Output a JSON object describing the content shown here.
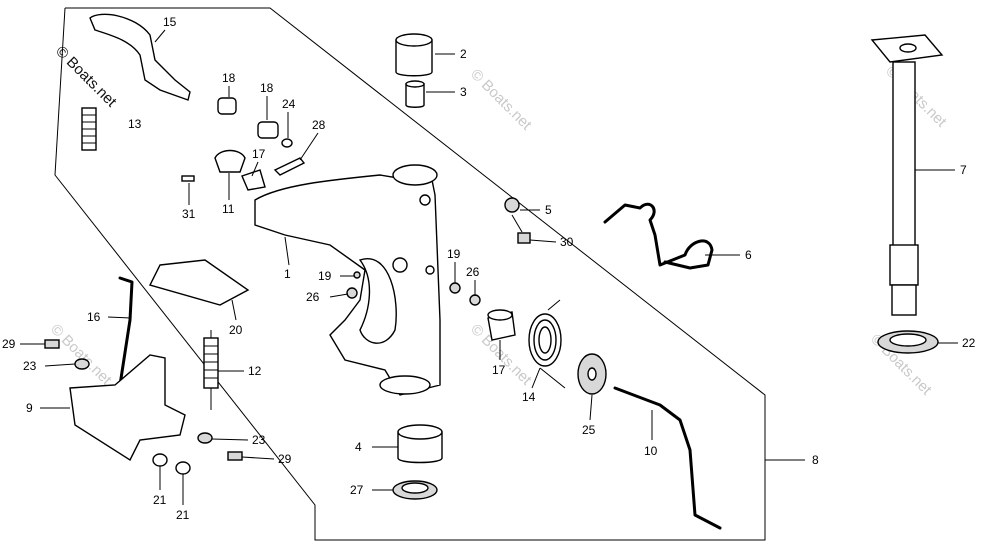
{
  "copyright": "© Boats.net",
  "watermark": "© Boats.net",
  "callouts": [
    {
      "id": "c15",
      "text": "15"
    },
    {
      "id": "c13",
      "text": "13"
    },
    {
      "id": "c18a",
      "text": "18"
    },
    {
      "id": "c18b",
      "text": "18"
    },
    {
      "id": "c24",
      "text": "24"
    },
    {
      "id": "c28",
      "text": "28"
    },
    {
      "id": "c17a",
      "text": "17"
    },
    {
      "id": "c11",
      "text": "11"
    },
    {
      "id": "c31",
      "text": "31"
    },
    {
      "id": "c2",
      "text": "2"
    },
    {
      "id": "c3",
      "text": "3"
    },
    {
      "id": "c5",
      "text": "5"
    },
    {
      "id": "c30",
      "text": "30"
    },
    {
      "id": "c1",
      "text": "1"
    },
    {
      "id": "c19a",
      "text": "19"
    },
    {
      "id": "c26a",
      "text": "26"
    },
    {
      "id": "c19b",
      "text": "19"
    },
    {
      "id": "c26b",
      "text": "26"
    },
    {
      "id": "c6",
      "text": "6"
    },
    {
      "id": "c7",
      "text": "7"
    },
    {
      "id": "c16",
      "text": "16"
    },
    {
      "id": "c20",
      "text": "20"
    },
    {
      "id": "c12",
      "text": "12"
    },
    {
      "id": "c29a",
      "text": "29"
    },
    {
      "id": "c23a",
      "text": "23"
    },
    {
      "id": "c9",
      "text": "9"
    },
    {
      "id": "c23b",
      "text": "23"
    },
    {
      "id": "c29b",
      "text": "29"
    },
    {
      "id": "c21a",
      "text": "21"
    },
    {
      "id": "c21b",
      "text": "21"
    },
    {
      "id": "c17b",
      "text": "17"
    },
    {
      "id": "c14",
      "text": "14"
    },
    {
      "id": "c25",
      "text": "25"
    },
    {
      "id": "c10",
      "text": "10"
    },
    {
      "id": "c4",
      "text": "4"
    },
    {
      "id": "c27",
      "text": "27"
    },
    {
      "id": "c8",
      "text": "8"
    },
    {
      "id": "c22",
      "text": "22"
    }
  ]
}
